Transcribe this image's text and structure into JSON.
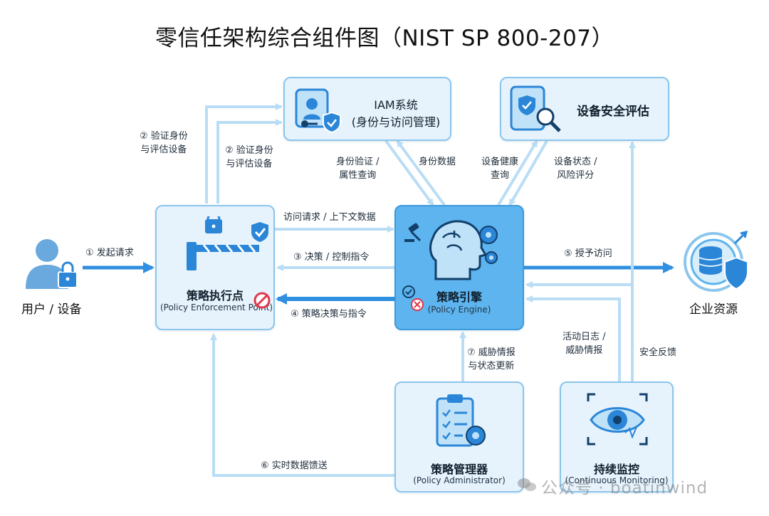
{
  "title": "零信任架构综合组件图（NIST SP 800-207）",
  "colors": {
    "box_fill": "#e6f3fc",
    "box_border": "#8cc6ec",
    "core_fill": "#5db4ee",
    "arrow_light": "#b9ddf5",
    "arrow_strong": "#2f8fe0",
    "icon_blue": "#2b86d8"
  },
  "components": {
    "user": {
      "label": "用户 / 设备",
      "icon": "user-lock-icon"
    },
    "resource": {
      "label": "企业资源",
      "icon": "database-shield-icon"
    },
    "pep": {
      "title": "策略执行点",
      "subtitle": "(Policy Enforcement Point)",
      "icon": "barrier-lock-icon"
    },
    "pe": {
      "title": "策略引擎",
      "subtitle": "(Policy Engine)",
      "icon": "brain-gear-icon"
    },
    "iam": {
      "title": "IAM系统",
      "subtitle": "(身份与访问管理)",
      "icon": "id-card-key-icon"
    },
    "device": {
      "title": "设备安全评估",
      "icon": "tablet-magnifier-icon"
    },
    "pa": {
      "title": "策略管理器",
      "subtitle": "(Policy Administrator)",
      "icon": "clipboard-gear-icon"
    },
    "cm": {
      "title": "持续监控",
      "subtitle": "(Continuous Monitoring)",
      "icon": "eye-radar-icon"
    }
  },
  "flows": {
    "initiate": "① 发起请求",
    "verify_outer": [
      "② 验证身份",
      "与评估设备"
    ],
    "verify_inner": [
      "② 验证身份",
      "与评估设备"
    ],
    "access_request": "访问请求 / 上下文数据",
    "decision_control": "③ 决策 / 控制指令",
    "policy_decision": "④ 策略决策与指令",
    "grant_access": "⑤ 授予访问",
    "realtime_feed": "⑥ 实时数据馈送",
    "threat_intel_update": [
      "⑦ 威胁情报",
      "与状态更新"
    ],
    "identity_attr": [
      "身份验证 /",
      "属性查询"
    ],
    "identity_data": "身份数据",
    "device_health": [
      "设备健康",
      "查询"
    ],
    "device_risk": [
      "设备状态 /",
      "风险评分"
    ],
    "activity_log": [
      "活动日志 /",
      "威胁情报"
    ],
    "security_feedback": "安全反馈"
  },
  "watermark": "公众号 · boatinwind"
}
